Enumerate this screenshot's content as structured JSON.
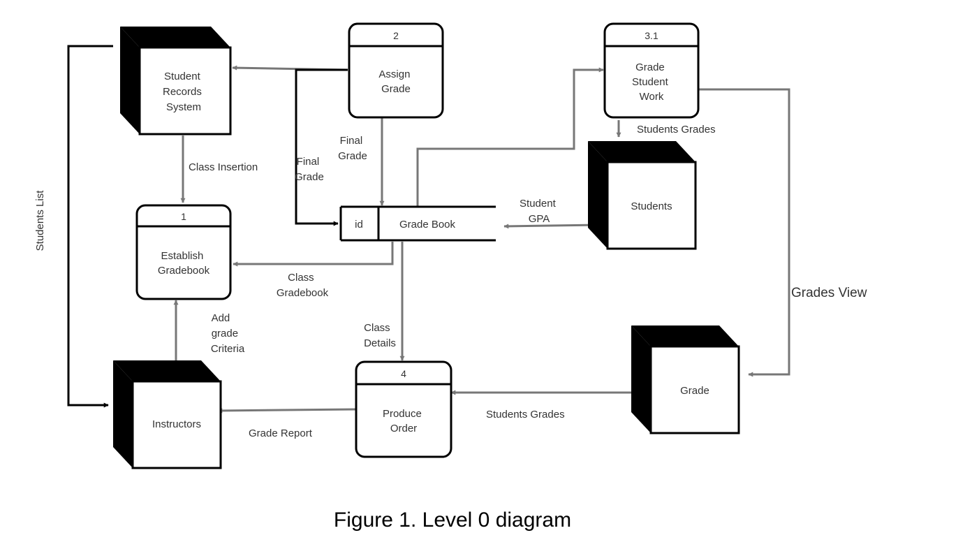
{
  "colors": {
    "line_gray": "#777777",
    "line_black": "#000000",
    "text": "#333333",
    "entity_fill": "#000000"
  },
  "diagram": {
    "processes": [
      {
        "id": "p1",
        "number": "1",
        "lines": [
          "Establish",
          "Gradebook"
        ]
      },
      {
        "id": "p2",
        "number": "2",
        "lines": [
          "Assign",
          "Grade"
        ]
      },
      {
        "id": "p31",
        "number": "3.1",
        "lines": [
          "Grade",
          "Student",
          "Work"
        ]
      },
      {
        "id": "p4",
        "number": "4",
        "lines": [
          "Produce",
          "Order"
        ]
      }
    ],
    "entities": [
      {
        "id": "records",
        "lines": [
          "Student",
          "Records",
          "System"
        ]
      },
      {
        "id": "students",
        "lines": [
          "Students"
        ]
      },
      {
        "id": "grade",
        "lines": [
          "Grade"
        ]
      },
      {
        "id": "instructors",
        "lines": [
          "Instructors"
        ]
      }
    ],
    "datastore": {
      "id_label": "id",
      "name": "Grade Book"
    },
    "flow_labels": {
      "class_insertion": [
        "Class Insertion"
      ],
      "students_list": [
        "Students List"
      ],
      "final_grade_1": [
        "Final",
        "Grade"
      ],
      "final_grade_2": [
        "Final",
        "Grade"
      ],
      "students_grades_1": [
        "Students Grades"
      ],
      "student_gpa": [
        "Student",
        "GPA"
      ],
      "class_gradebook": [
        "Class",
        "Gradebook"
      ],
      "grades_view": [
        "Grades View"
      ],
      "add_grade": [
        "Add",
        "grade",
        "Criteria"
      ],
      "class_details": [
        "Class",
        "Details"
      ],
      "grade_report": [
        "Grade Report"
      ],
      "students_grades_2": [
        "Students Grades"
      ]
    }
  },
  "caption": "Figure 1. Level 0 diagram"
}
